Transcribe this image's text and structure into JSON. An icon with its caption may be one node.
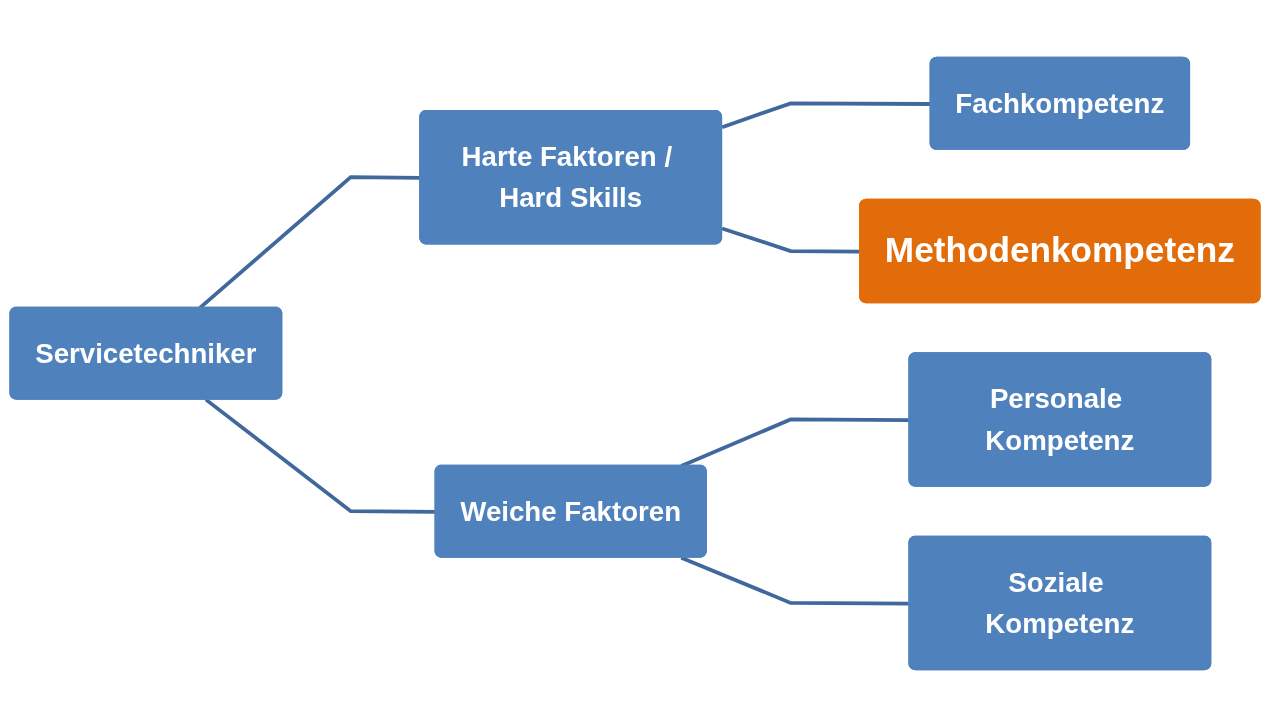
{
  "diagram": {
    "nodes": [
      {
        "text": [
          "Servicetechniker"
        ]
      },
      {
        "text": [
          "Harte Faktoren / Hard Skills"
        ]
      },
      {
        "text": [
          "Fachkompetenz"
        ]
      },
      {
        "text": [
          "Methodenkompetenz"
        ]
      },
      {
        "text": [
          "Weiche Faktoren"
        ]
      },
      {
        "text": [
          "Personale Kompetenz"
        ]
      },
      {
        "text": [
          "Soziale Kompetenz"
        ]
      }
    ],
    "edges": [
      {
        "from": 0,
        "to": 1,
        "arrow": "none"
      },
      {
        "from": 1,
        "to": 2,
        "arrow": "none"
      },
      {
        "from": 1,
        "to": 3,
        "arrow": "none"
      },
      {
        "from": 0,
        "to": 4,
        "arrow": "none"
      },
      {
        "from": 4,
        "to": 5,
        "arrow": "none"
      },
      {
        "from": 4,
        "to": 6,
        "arrow": "none"
      }
    ]
  }
}
